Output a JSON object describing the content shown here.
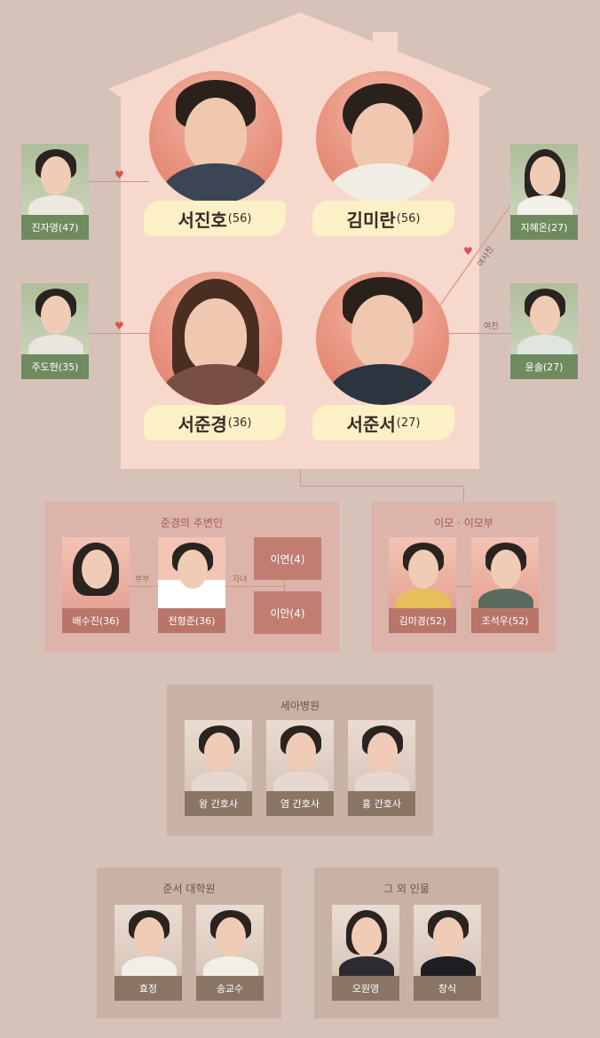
{
  "main": {
    "father": {
      "name": "서진호",
      "age": "(56)"
    },
    "mother": {
      "name": "김미란",
      "age": "(56)"
    },
    "daughter": {
      "name": "서준경",
      "age": "(36)"
    },
    "son": {
      "name": "서준서",
      "age": "(27)"
    }
  },
  "side": {
    "left_top": "진자영(47)",
    "left_bottom": "주도현(35)",
    "right_top": "지혜온(27)",
    "right_bottom": "윤솔(27)",
    "rel_crush": "여사친",
    "rel_girlfriend": "여친"
  },
  "groups": {
    "junkyung": {
      "title": "준경의 주변인",
      "members": [
        "배수진(36)",
        "전형준(36)"
      ],
      "kids": [
        "이연(4)",
        "이안(4)"
      ],
      "rel_couple": "부부",
      "rel_kids": "자녀"
    },
    "aunt": {
      "title": "이모 · 이모부",
      "members": [
        "김미경(52)",
        "조석우(52)"
      ]
    },
    "hospital": {
      "title": "세아병원",
      "members": [
        "왕 간호사",
        "염 간호사",
        "홍 간호사"
      ]
    },
    "grad": {
      "title": "준서 대학원",
      "members": [
        "효정",
        "송교수"
      ]
    },
    "others": {
      "title": "그 외 인물",
      "members": [
        "오원영",
        "창식"
      ]
    }
  },
  "colors": {
    "background": "#d6c2b8",
    "house": "#f6d8cc",
    "side_label": "#708a5f",
    "family_label": "#b97569",
    "other_label": "#8a7464",
    "heart": "#d9534f"
  }
}
